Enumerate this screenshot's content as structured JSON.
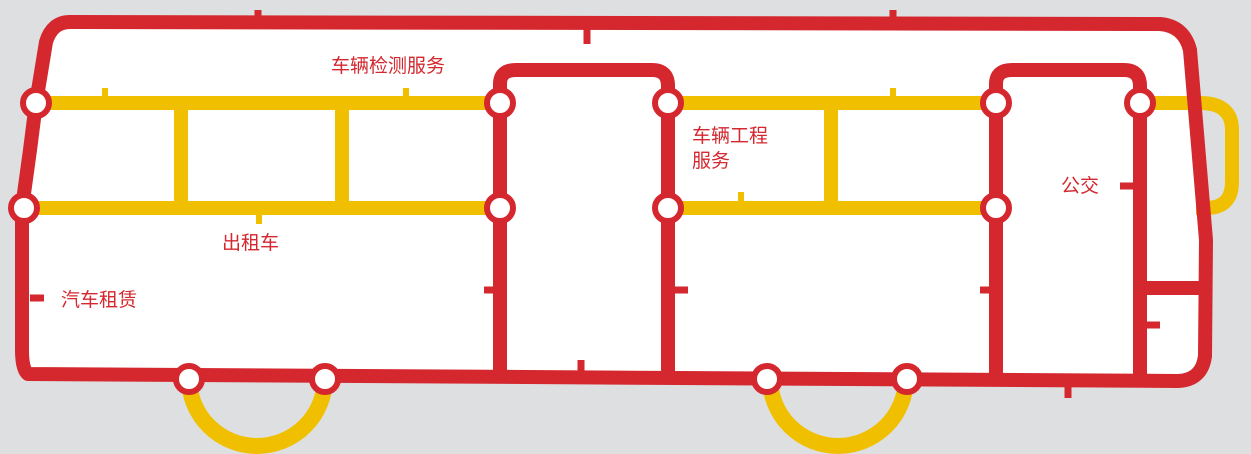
{
  "colors": {
    "background": "#dedfe0",
    "red": "#d4272e",
    "yellow": "#f0c000",
    "label": "#d4272e",
    "station_fill": "#ffffff"
  },
  "labels": {
    "vehicle_inspection": "车辆检测服务",
    "vehicle_engineering_1": "车辆工程",
    "vehicle_engineering_2": "服务",
    "taxi": "出租车",
    "car_rental": "汽车租赁",
    "bus": "公交"
  }
}
